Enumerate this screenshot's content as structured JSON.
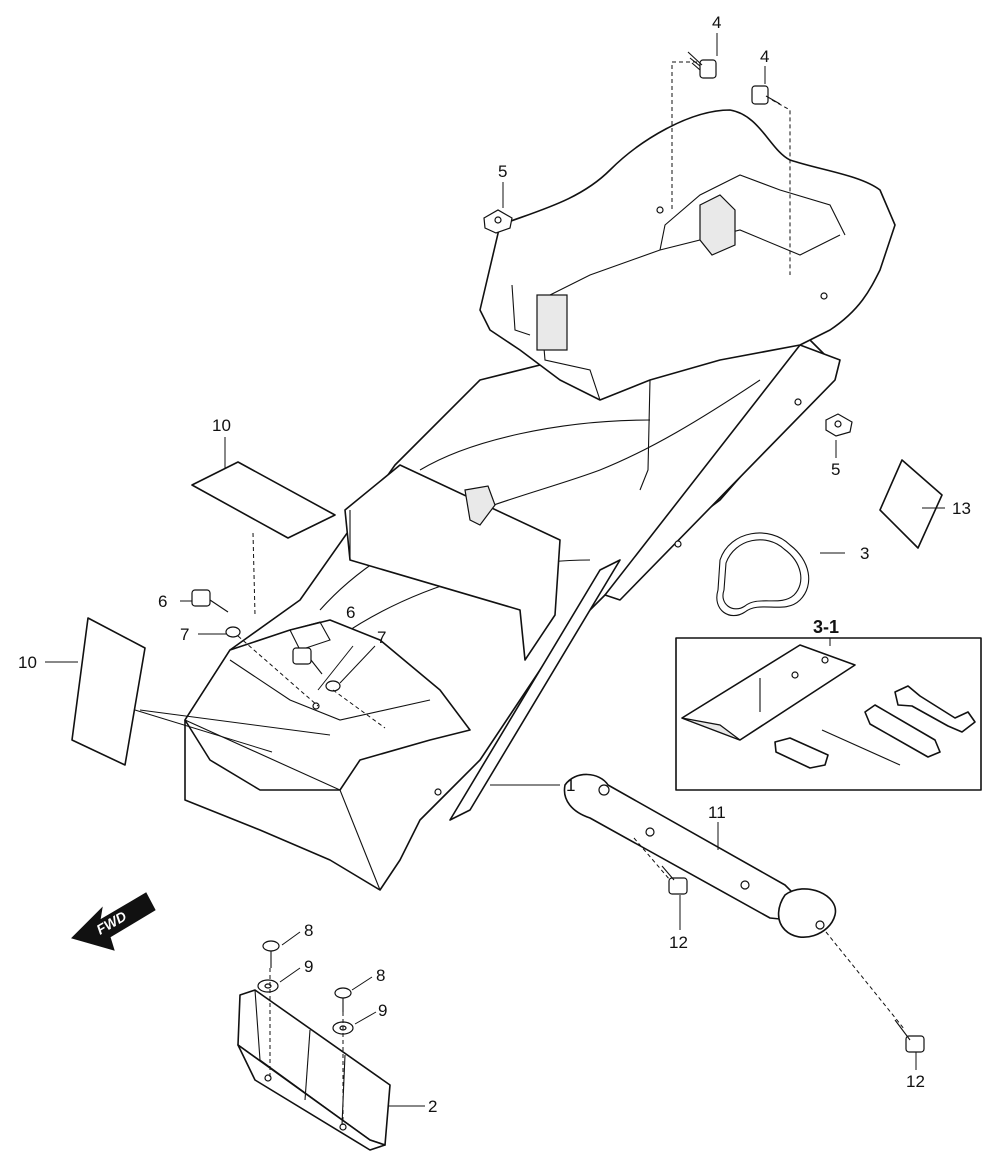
{
  "callouts": {
    "c1": "1",
    "c2": "2",
    "c3": "3",
    "c3_1": "3-1",
    "c4a": "4",
    "c4b": "4",
    "c5a": "5",
    "c5b": "5",
    "c6a": "6",
    "c6b": "6",
    "c7a": "7",
    "c7b": "7",
    "c8a": "8",
    "c8b": "8",
    "c9a": "9",
    "c9b": "9",
    "c10a": "10",
    "c10b": "10",
    "c11": "11",
    "c12a": "12",
    "c12b": "12",
    "c13": "13"
  },
  "fwd_label": "FWD"
}
